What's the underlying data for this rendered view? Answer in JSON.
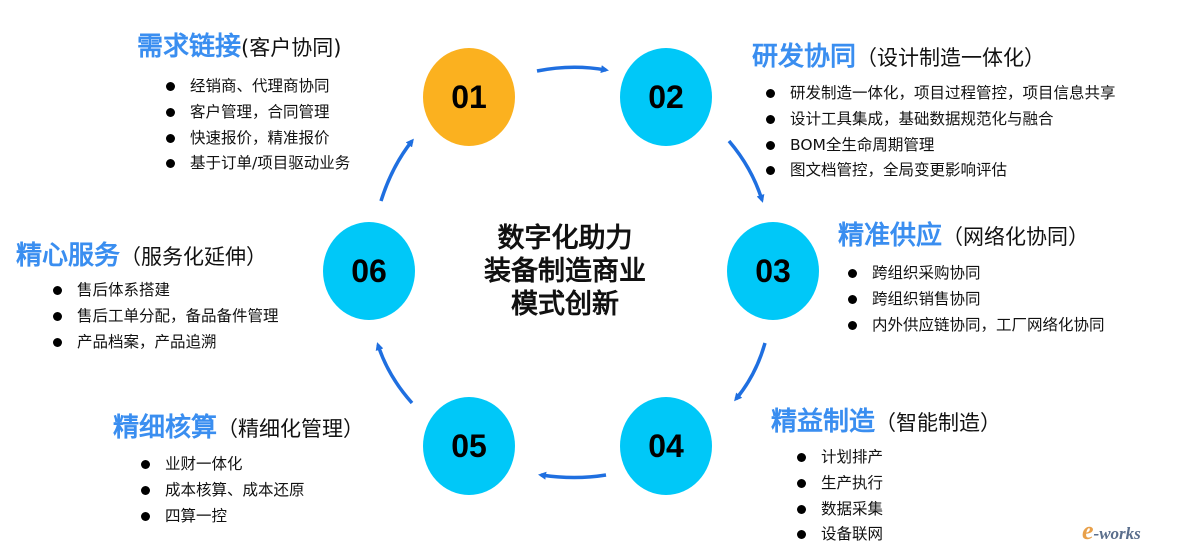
{
  "center_title": [
    "数字化助力",
    "装备制造商业",
    "模式创新"
  ],
  "steps": [
    {
      "num": "01",
      "title": "需求链接",
      "subtitle": "(客户协同)",
      "items": [
        "经销商、代理商协同",
        "客户管理，合同管理",
        "快速报价，精准报价",
        "基于订单/项目驱动业务"
      ]
    },
    {
      "num": "02",
      "title": "研发协同",
      "subtitle": "（设计制造一体化）",
      "items": [
        "研发制造一体化，项目过程管控，项目信息共享",
        "设计工具集成，基础数据规范化与融合",
        "BOM全生命周期管理",
        "图文档管控，全局变更影响评估"
      ]
    },
    {
      "num": "03",
      "title": "精准供应",
      "subtitle": "（网络化协同）",
      "items": [
        "跨组织采购协同",
        "跨组织销售协同",
        "内外供应链协同，工厂网络化协同"
      ]
    },
    {
      "num": "04",
      "title": "精益制造",
      "subtitle": "（智能制造）",
      "items": [
        "计划排产",
        "生产执行",
        "数据采集",
        "设备联网"
      ]
    },
    {
      "num": "05",
      "title": "精细核算",
      "subtitle": "（精细化管理）",
      "items": [
        "业财一体化",
        "成本核算、成本还原",
        "四算一控"
      ]
    },
    {
      "num": "06",
      "title": "精心服务",
      "subtitle": "（服务化延伸）",
      "items": [
        "售后体系搭建",
        "售后工单分配，备品备件管理",
        "产品档案，产品追溯"
      ]
    }
  ],
  "logo": {
    "prefix": "e",
    "text": "-works"
  },
  "colors": {
    "accent": "#3a8ef0",
    "circle": "#00c8f8",
    "highlight": "#fbb11f",
    "arrow": "#1f6fe0"
  }
}
